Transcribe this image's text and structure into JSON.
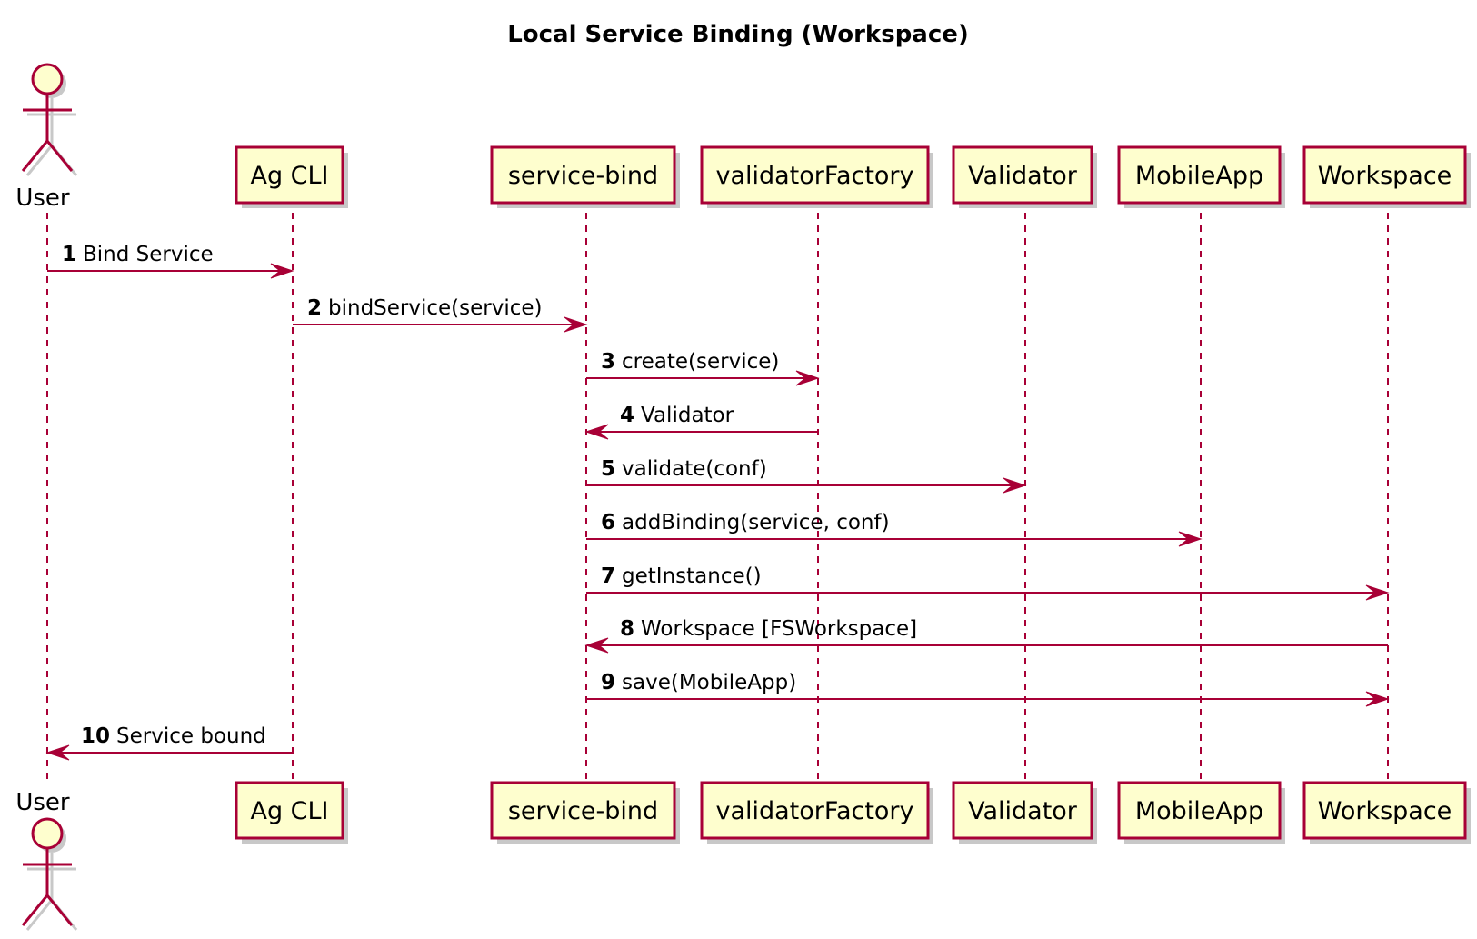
{
  "diagram": {
    "title": "Local Service Binding (Workspace)",
    "colors": {
      "participant_fill": "#FEFECE",
      "participant_border": "#A80036",
      "lifeline": "#A80036",
      "arrow": "#A80036",
      "shadow": "#C8C8C8",
      "text": "#000000"
    },
    "participants": [
      {
        "id": "user",
        "label": "User",
        "kind": "actor"
      },
      {
        "id": "agcli",
        "label": "Ag CLI",
        "kind": "participant"
      },
      {
        "id": "servicebind",
        "label": "service-bind",
        "kind": "participant"
      },
      {
        "id": "validatorFactory",
        "label": "validatorFactory",
        "kind": "participant"
      },
      {
        "id": "validator",
        "label": "Validator",
        "kind": "participant"
      },
      {
        "id": "mobileapp",
        "label": "MobileApp",
        "kind": "participant"
      },
      {
        "id": "workspace",
        "label": "Workspace",
        "kind": "participant"
      }
    ],
    "messages": [
      {
        "number": "1",
        "label": "Bind Service",
        "from": "user",
        "to": "agcli"
      },
      {
        "number": "2",
        "label": "bindService(service)",
        "from": "agcli",
        "to": "servicebind"
      },
      {
        "number": "3",
        "label": "create(service)",
        "from": "servicebind",
        "to": "validatorFactory"
      },
      {
        "number": "4",
        "label": "Validator",
        "from": "validatorFactory",
        "to": "servicebind"
      },
      {
        "number": "5",
        "label": "validate(conf)",
        "from": "servicebind",
        "to": "validator"
      },
      {
        "number": "6",
        "label": "addBinding(service, conf)",
        "from": "servicebind",
        "to": "mobileapp"
      },
      {
        "number": "7",
        "label": "getInstance()",
        "from": "servicebind",
        "to": "workspace"
      },
      {
        "number": "8",
        "label": "Workspace [FSWorkspace]",
        "from": "workspace",
        "to": "servicebind"
      },
      {
        "number": "9",
        "label": "save(MobileApp)",
        "from": "servicebind",
        "to": "workspace"
      },
      {
        "number": "10",
        "label": "Service bound",
        "from": "agcli",
        "to": "user"
      }
    ]
  }
}
